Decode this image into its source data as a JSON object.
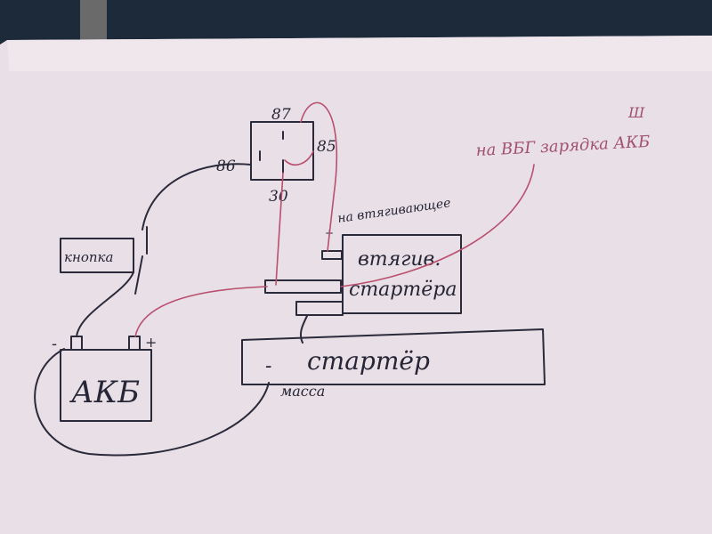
{
  "diagram": {
    "relay": {
      "pin_87": "87",
      "pin_86": "86",
      "pin_85": "85",
      "pin_30": "30"
    },
    "button_label": "кнопка",
    "battery": {
      "label": "АКБ",
      "minus": "-",
      "plus": "+"
    },
    "solenoid_note": "на втягивающее",
    "solenoid_label_line1": "втягив.",
    "solenoid_label_line2": "стартёра",
    "starter_label": "стартёр",
    "starter_minus": "-",
    "ground_label": "масса",
    "generator_note": "на ВБГ зарядка АКБ",
    "corner_mark": "Ш",
    "solenoid_plus": "+"
  }
}
